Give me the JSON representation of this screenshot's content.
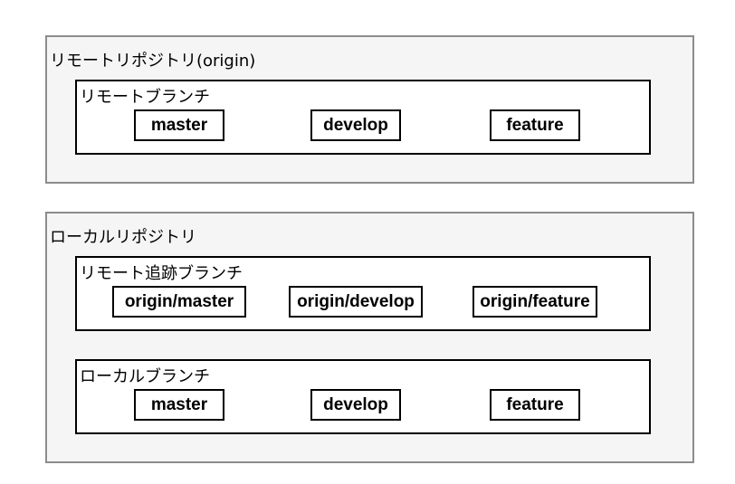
{
  "remote_repo": {
    "label": "リモートリポジトリ(origin)",
    "remote_branches": {
      "label": "リモートブランチ",
      "items": [
        "master",
        "develop",
        "feature"
      ]
    }
  },
  "local_repo": {
    "label": "ローカルリポジトリ",
    "tracking_branches": {
      "label": "リモート追跡ブランチ",
      "items": [
        "origin/master",
        "origin/develop",
        "origin/feature"
      ]
    },
    "local_branches": {
      "label": "ローカルブランチ",
      "items": [
        "master",
        "develop",
        "feature"
      ]
    }
  }
}
